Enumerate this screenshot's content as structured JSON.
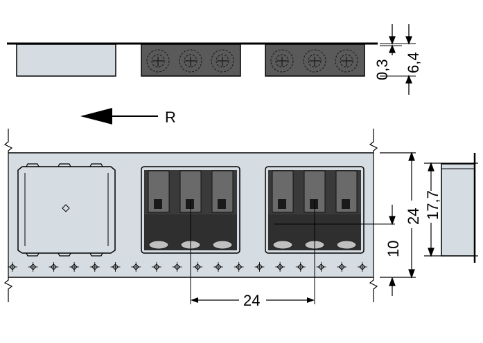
{
  "direction_label": "R",
  "dimensions": {
    "pitch": "24",
    "tape_width": "24",
    "pocket_depth": "6,4",
    "tape_thickness": "0,3",
    "pocket_width": "17,7",
    "sprocket_offset": "10"
  },
  "pockets": [
    {
      "state": "empty"
    },
    {
      "state": "filled"
    },
    {
      "state": "filled"
    }
  ],
  "colors": {
    "tape": "#d5dde2",
    "component": "#5a5a5a",
    "component_dark": "#2b2b2b",
    "line": "#000000"
  }
}
